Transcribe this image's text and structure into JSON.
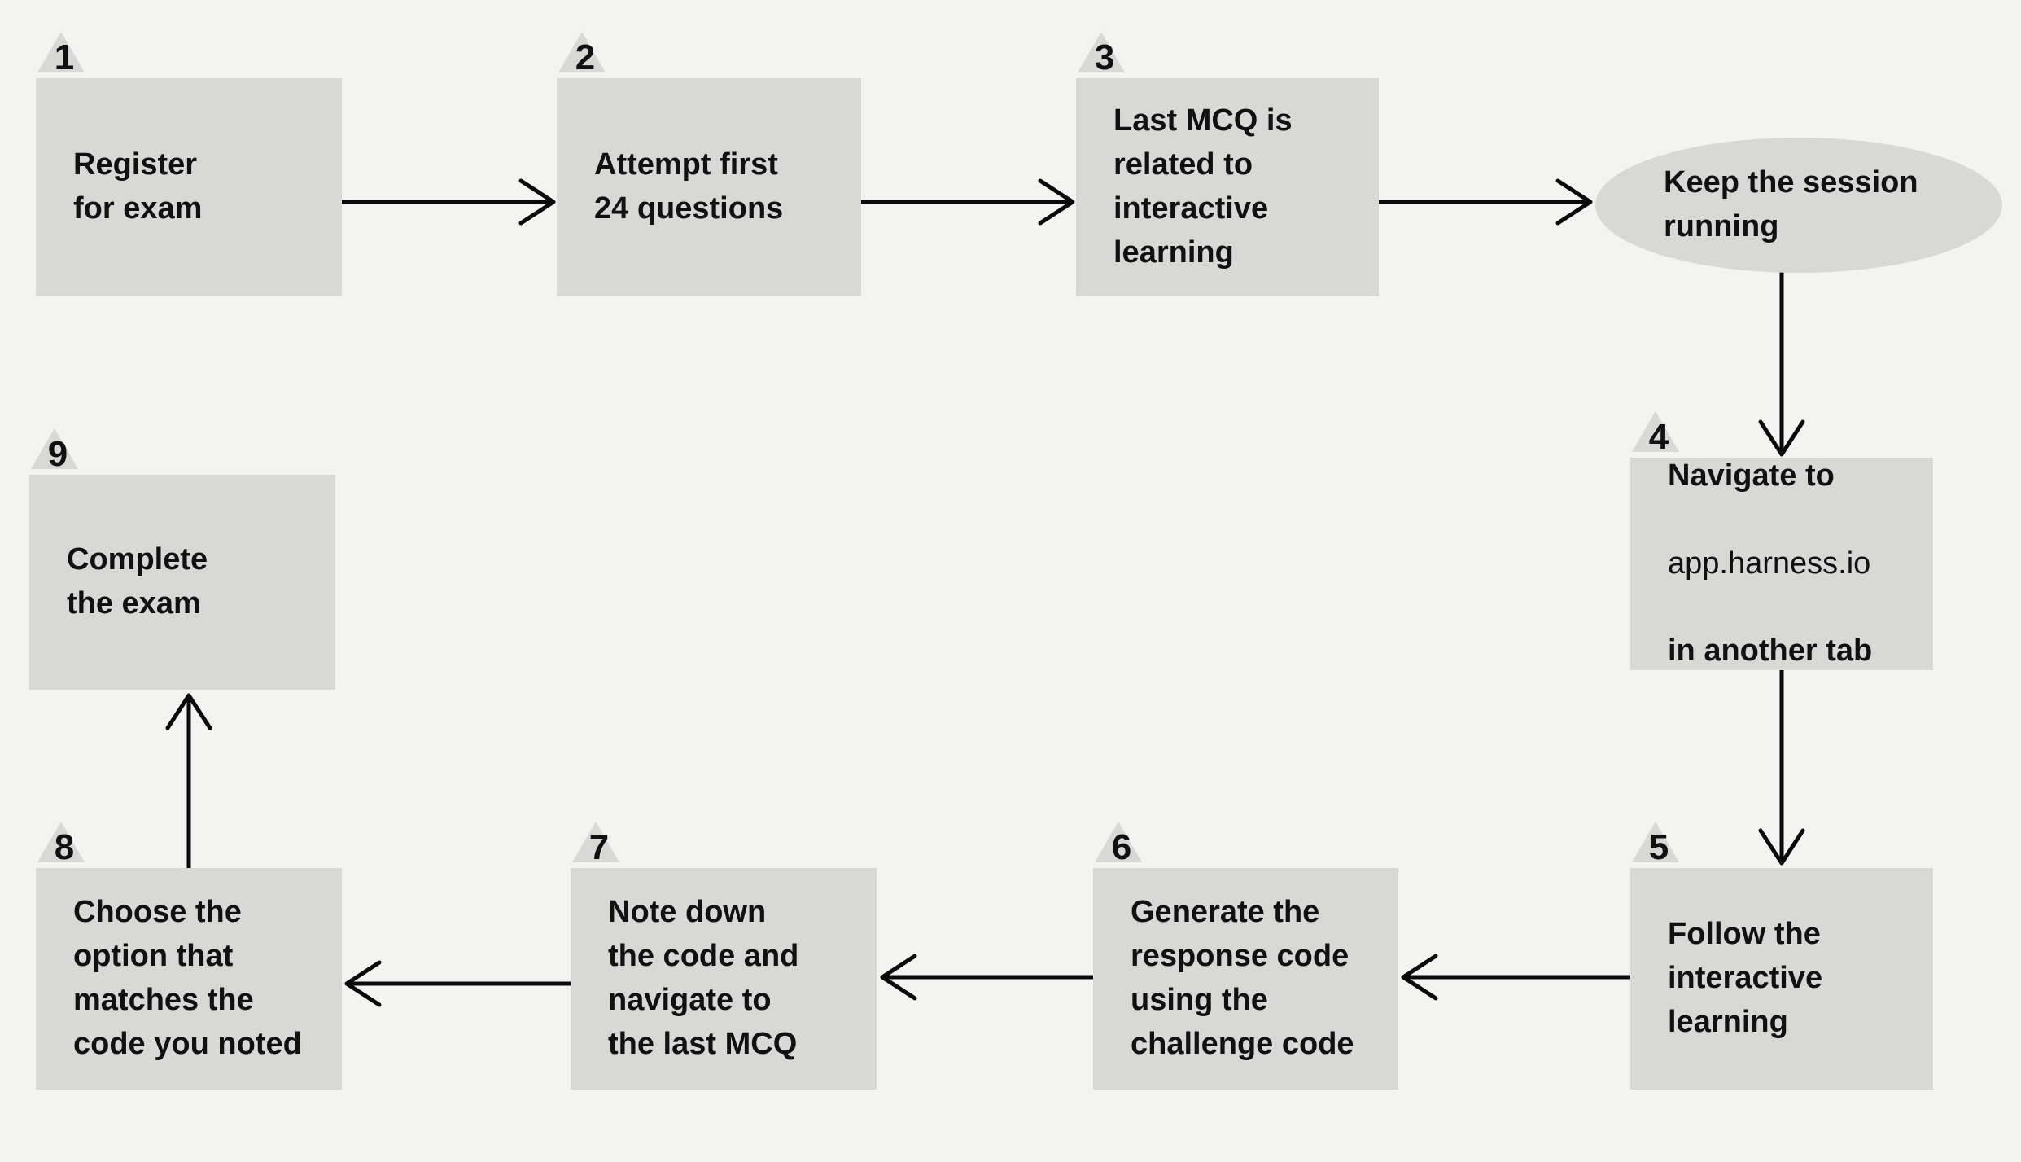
{
  "theme": {
    "background": "#f3f3f1",
    "box_fill": "#d8d8d6",
    "triangle_fill": "#d8d8d6",
    "text_color": "#111111",
    "arrow_color": "#0a0a0a"
  },
  "diagram": {
    "type": "flowchart",
    "flow_order": [
      "s1",
      "s2",
      "s3",
      "terminator",
      "s4",
      "s5",
      "s6",
      "s7",
      "s8",
      "s9"
    ]
  },
  "steps": {
    "s1": {
      "number": "1",
      "label": "Register\nfor exam"
    },
    "s2": {
      "number": "2",
      "label": "Attempt first\n24 questions"
    },
    "s3": {
      "number": "3",
      "label": "Last MCQ is\nrelated to\ninteractive\nlearning"
    },
    "s4": {
      "number": "4",
      "line1": "Navigate to",
      "line2": "app.harness.io",
      "line3": "in another tab"
    },
    "s5": {
      "number": "5",
      "label": "Follow the\ninteractive\nlearning"
    },
    "s6": {
      "number": "6",
      "label": "Generate the\nresponse code\nusing the\nchallenge code"
    },
    "s7": {
      "number": "7",
      "label": "Note down\nthe code and\nnavigate to\nthe last MCQ"
    },
    "s8": {
      "number": "8",
      "label": "Choose the\noption that\nmatches the\ncode you noted"
    },
    "s9": {
      "number": "9",
      "label": "Complete\nthe exam"
    }
  },
  "terminator": {
    "label": "Keep the session\nrunning"
  }
}
